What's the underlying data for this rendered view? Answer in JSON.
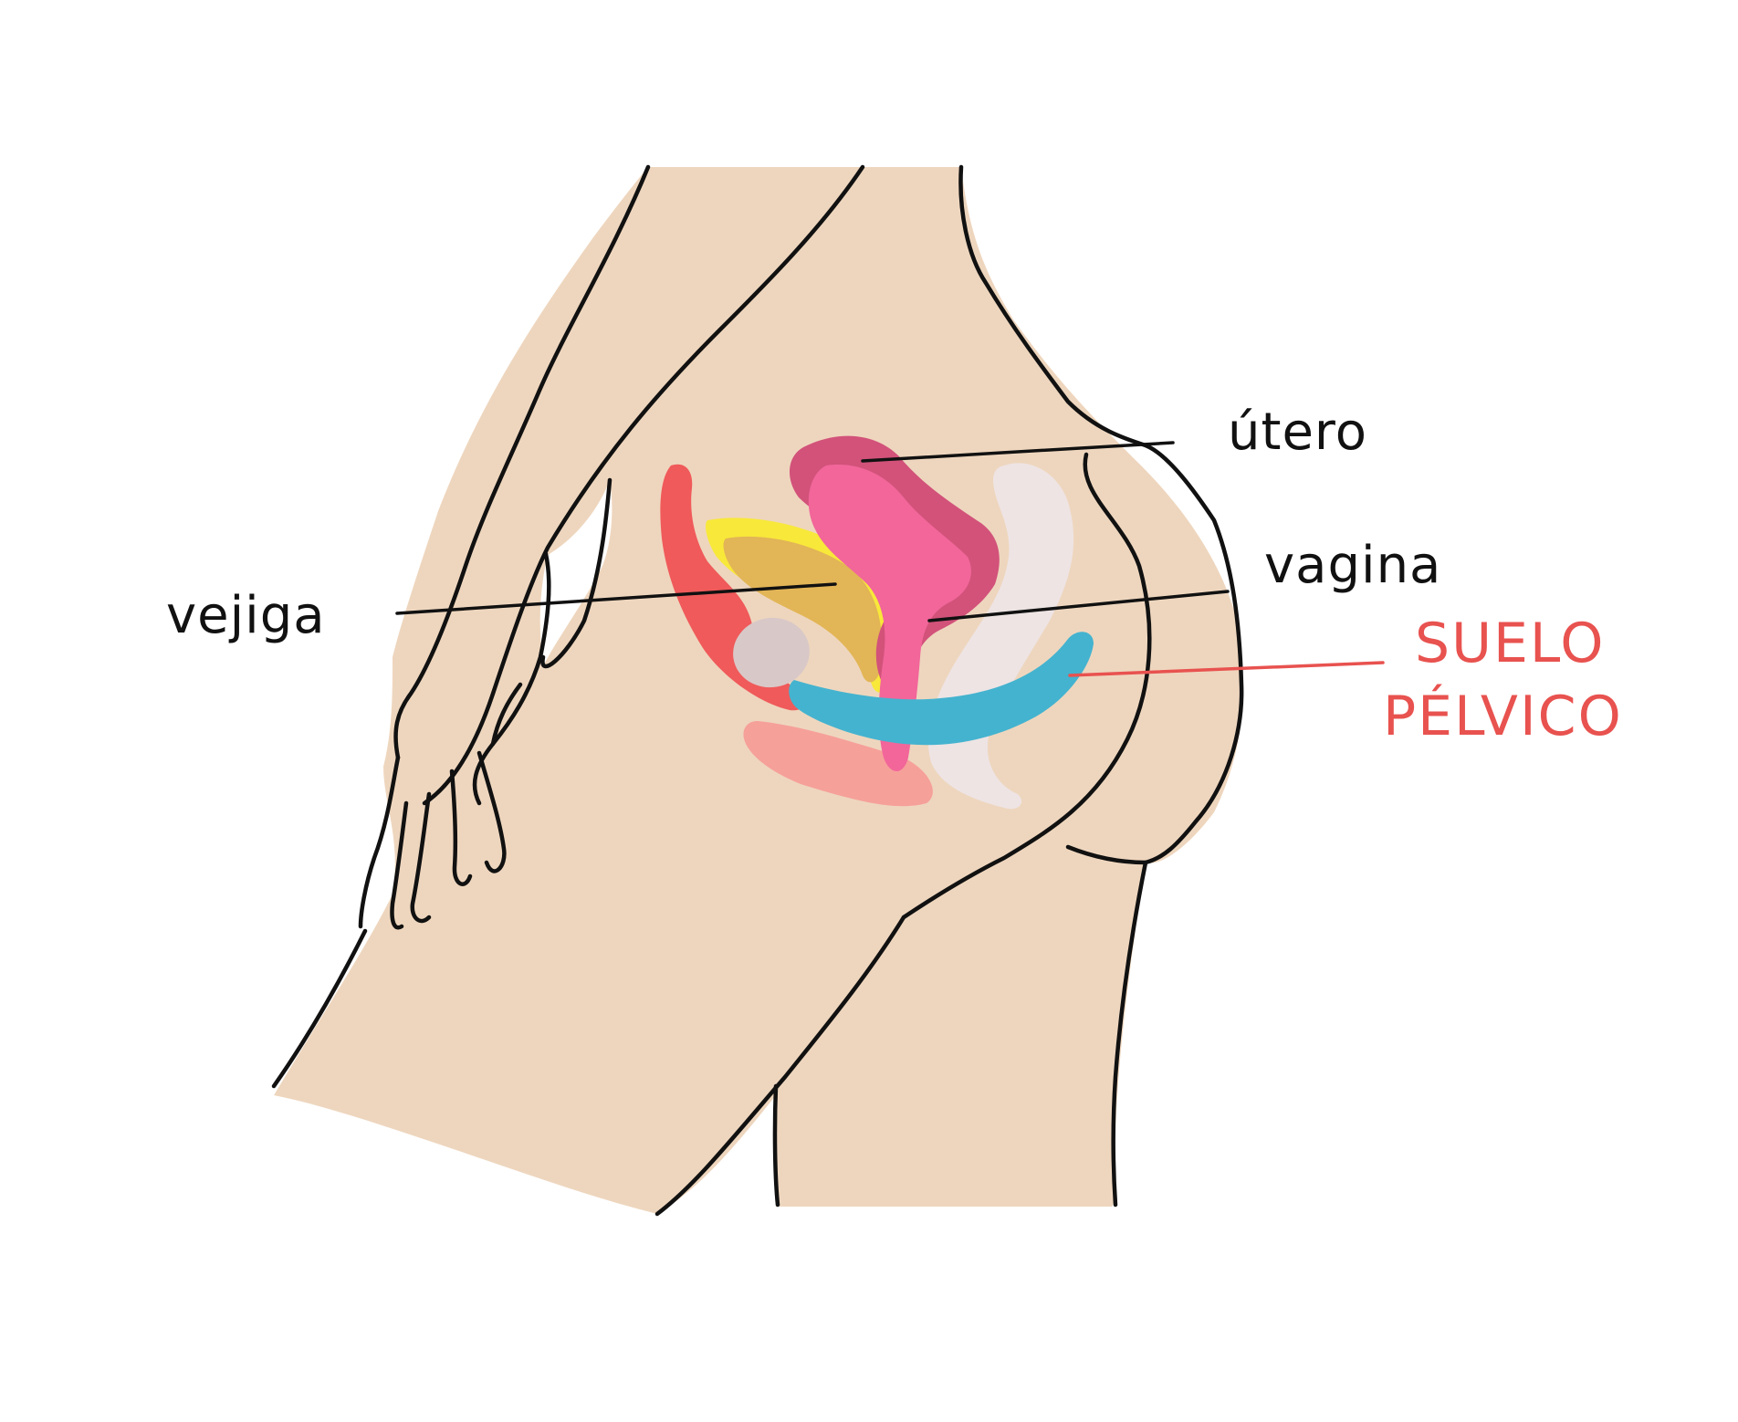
{
  "labels": {
    "utero": "útero",
    "vagina": "vagina",
    "vejiga": "vejiga",
    "suelo_line1": "SUELO",
    "suelo_line2": "PÉLVICO"
  },
  "colors": {
    "skin": "#EED6BE",
    "outline": "#111111",
    "uterus_dark": "#D2527A",
    "uterus_light": "#F2669A",
    "bladder": "#E2B556",
    "bladder_rim": "#F8E83A",
    "red_structure": "#F05A5A",
    "pelvic_floor": "#44B3CF",
    "rectum": "#EEE4E4",
    "pubic_bone": "#D9C8C8",
    "lower_pink": "#F6A09A",
    "accent_label": "#E8524F"
  }
}
